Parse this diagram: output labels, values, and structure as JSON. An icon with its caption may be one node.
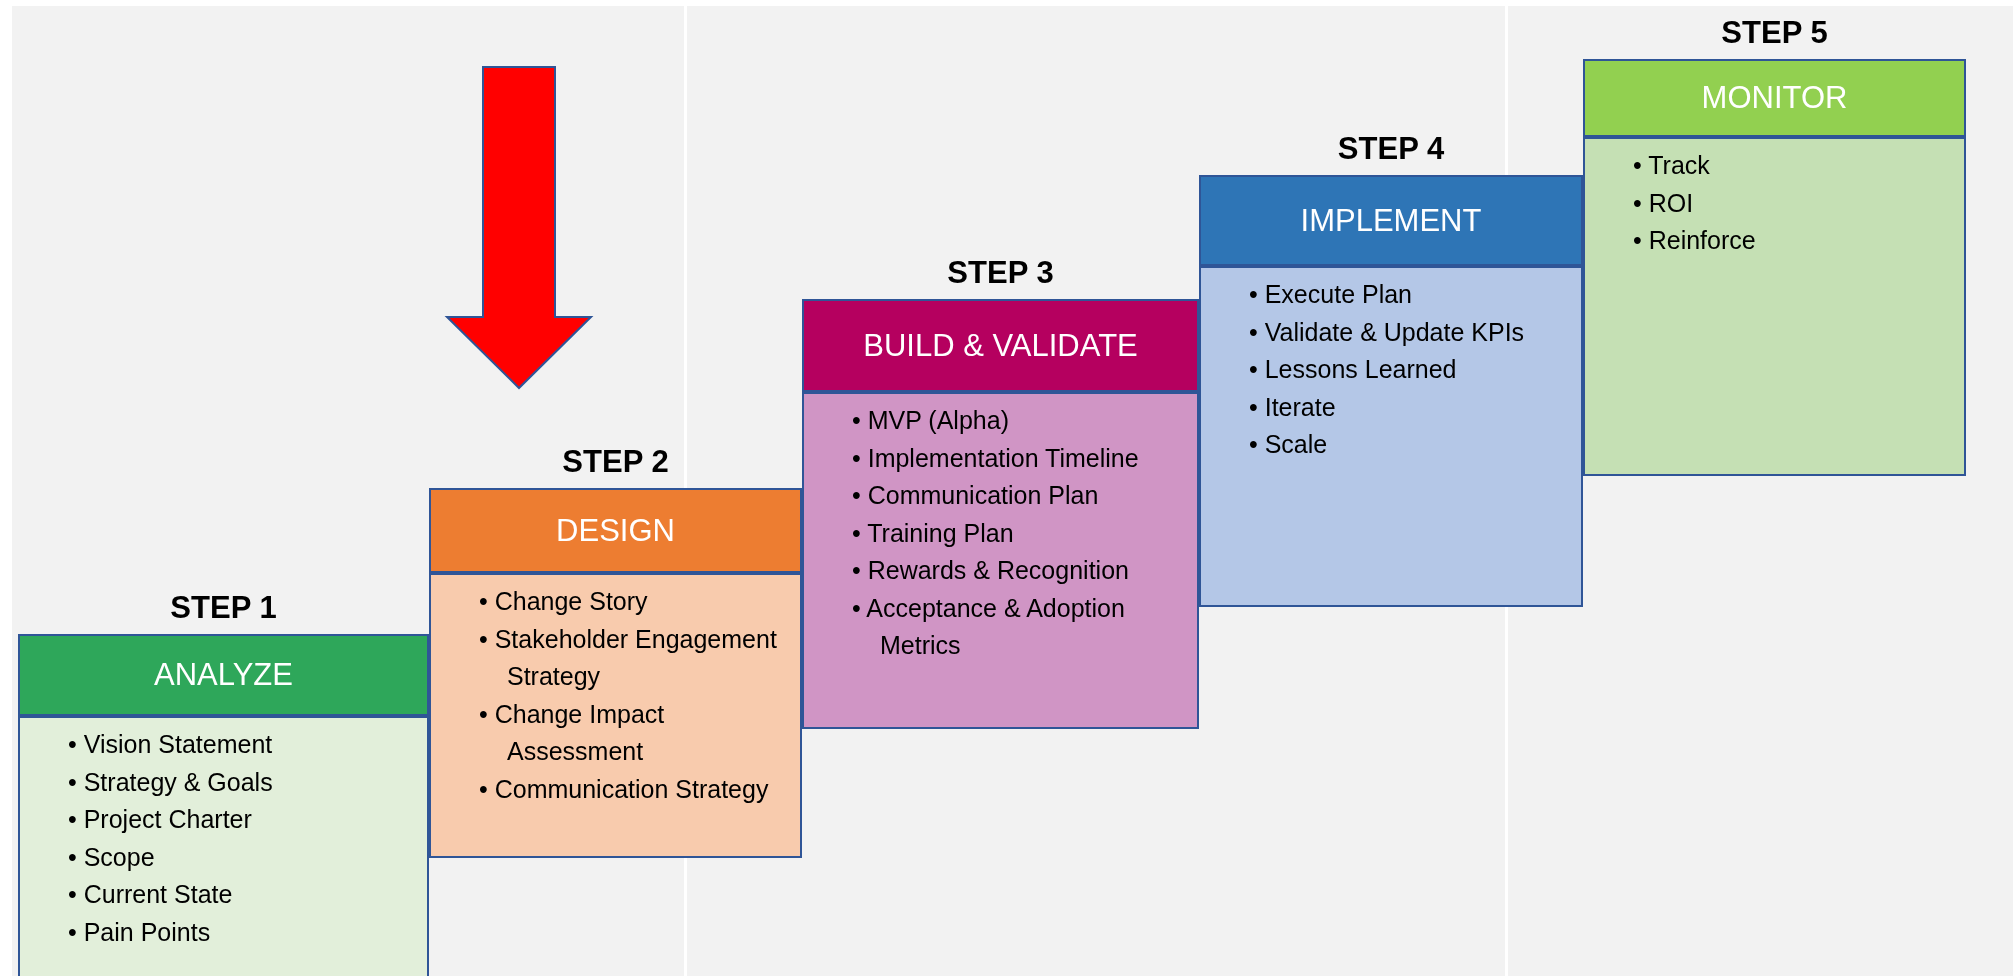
{
  "diagram": {
    "nodes": [
      {
        "text": [
          "ANALYZE"
        ],
        "beside": [
          "STEP 1"
        ]
      },
      {
        "text": [
          "• Vision Statement",
          "• Strategy & Goals",
          "• Project Charter",
          "• Scope",
          "• Current State",
          "• Pain Points"
        ]
      },
      {
        "text": [
          "DESIGN"
        ],
        "beside": [
          "STEP 2"
        ]
      },
      {
        "text": [
          "• Change Story",
          "• Stakeholder Engagement Strategy",
          "• Change Impact Assessment",
          "• Communication Strategy"
        ]
      },
      {
        "text": [
          "BUILD & VALIDATE"
        ],
        "beside": [
          "STEP 3"
        ]
      },
      {
        "text": [
          "• MVP (Alpha)",
          "• Implementation Timeline",
          "• Communication Plan",
          "• Training Plan",
          "• Rewards & Recognition",
          "• Acceptance & Adoption Metrics"
        ]
      },
      {
        "text": [
          "IMPLEMENT"
        ],
        "beside": [
          "STEP 4"
        ]
      },
      {
        "text": [
          "• Execute Plan",
          "• Validate & Update KPIs",
          "• Lessons Learned",
          "• Iterate",
          "• Scale"
        ]
      },
      {
        "text": [
          "MONITOR"
        ],
        "beside": [
          "STEP 5"
        ]
      },
      {
        "text": [
          "• Track",
          "• ROI",
          "• Reinforce"
        ]
      }
    ],
    "edges": []
  }
}
